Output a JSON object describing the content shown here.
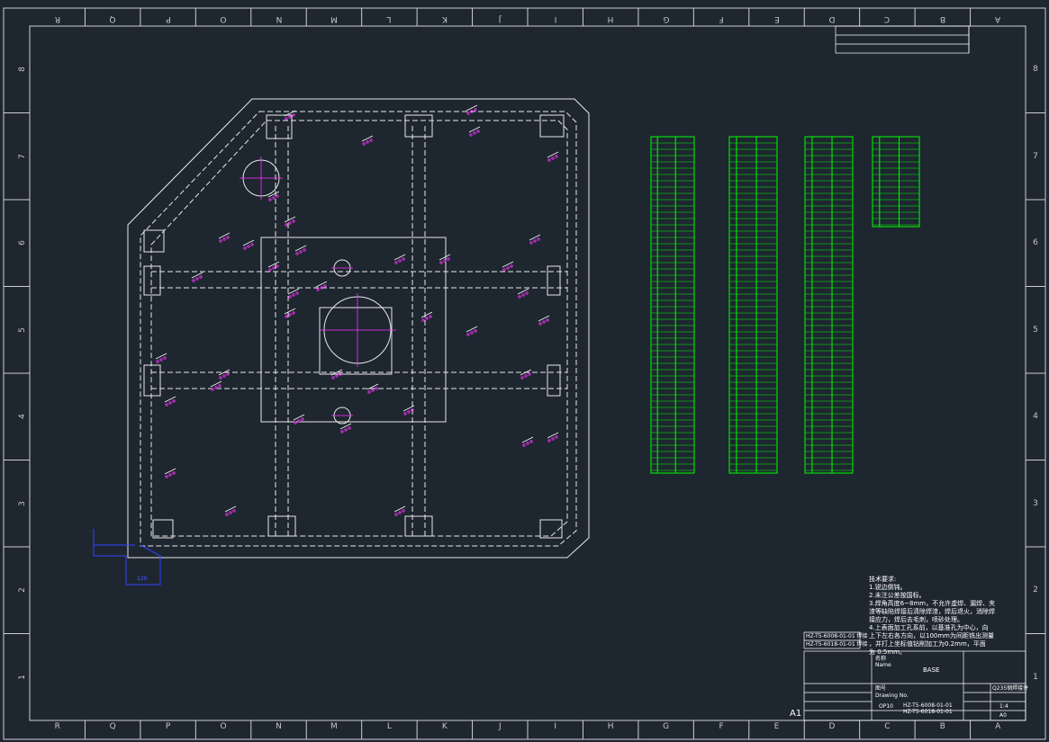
{
  "zones": {
    "columns_top": [
      "R",
      "Q",
      "P",
      "O",
      "N",
      "M",
      "L",
      "K",
      "J",
      "I",
      "H",
      "G",
      "F",
      "E",
      "D",
      "C",
      "B",
      "A"
    ],
    "columns_bottom": [
      "R",
      "Q",
      "P",
      "O",
      "N",
      "M",
      "L",
      "K",
      "J",
      "I",
      "H",
      "G",
      "F",
      "E",
      "D",
      "C",
      "B",
      "A"
    ],
    "rows_left": [
      "8",
      "7",
      "6",
      "5",
      "4",
      "3",
      "2",
      "1"
    ],
    "rows_right": [
      "8",
      "7",
      "6",
      "5",
      "4",
      "3",
      "2",
      "1"
    ]
  },
  "notes": {
    "title": "技术要求:",
    "lines": [
      "1.锐边倒钝。",
      "2.未注公差按国标。",
      "3.焊角高度6~8mm，不允许虚焊、漏焊、夹",
      "渣等缺陷焊接后清除焊渣，焊后退火，消除焊",
      "接应力，焊后去毛刺，喷砂处理。",
      "4.上表面加工孔系前，以基准孔为中心，向",
      "上下左右各方向，以100mm为间距铣出测量",
      "，并打上坐标值钻削加工为0.2mm，平面",
      "为 0.5mm。"
    ]
  },
  "title_block": {
    "part_name_label": "名称",
    "part_name_sub": "Name",
    "part_name": "BASE",
    "drawing_no_label": "图号",
    "drawing_no_sub": "Drawing No.",
    "material": "Q235钢焊接件",
    "scale": "1:4",
    "size": "A0",
    "stage": "OP10",
    "ref1": "HZ-T5-6008-01-01",
    "ref2": "HZ-T5-6018-01-01",
    "sheet_size_label": "A1",
    "dim_value": "120"
  },
  "refs": [
    "HZ-T5-6008-01-01 焊接",
    "HZ-T5-6018-01-01 焊接"
  ],
  "colors": {
    "frame": "#dcdcdc",
    "green": "#00ff00",
    "magenta": "#ff33ff",
    "blue": "#3344ff"
  }
}
